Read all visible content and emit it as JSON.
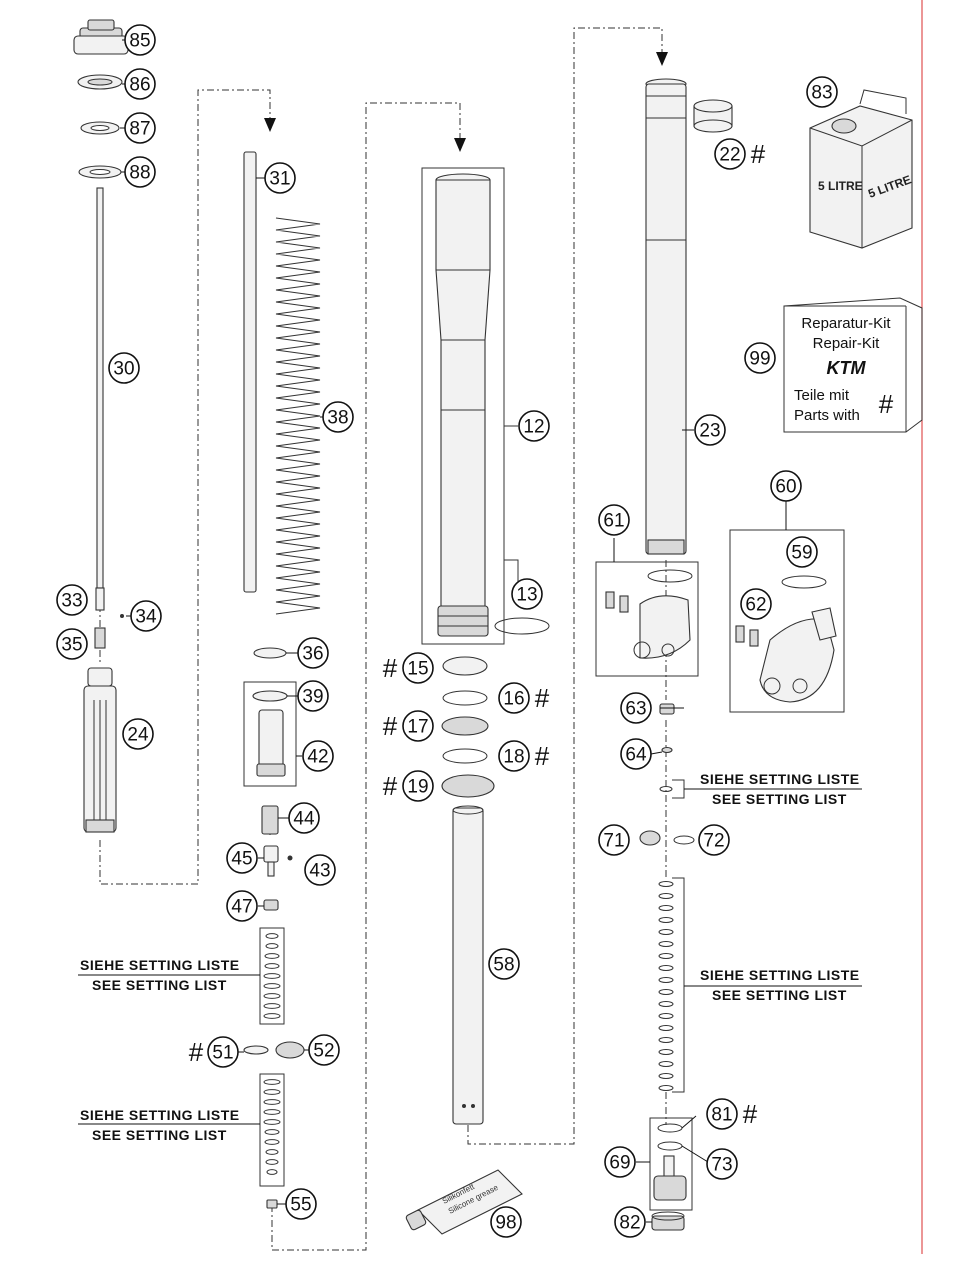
{
  "callouts": [
    "85",
    "86",
    "87",
    "88",
    "30",
    "33",
    "34",
    "35",
    "24",
    "31",
    "38",
    "36",
    "39",
    "42",
    "44",
    "45",
    "43",
    "47",
    "51",
    "52",
    "55",
    "12",
    "13",
    "15",
    "16",
    "17",
    "18",
    "19",
    "58",
    "98",
    "22",
    "23",
    "83",
    "99",
    "60",
    "61",
    "59",
    "62",
    "63",
    "64",
    "71",
    "72",
    "81",
    "73",
    "69",
    "82"
  ],
  "hash_symbol": "#",
  "setting_label": {
    "de": "SIEHE SETTING LISTE",
    "en": "SEE SETTING LIST"
  },
  "repair_kit": {
    "title_de": "Reparatur-Kit",
    "title_en": "Repair-Kit",
    "logo": "KTM",
    "parts_de": "Teile mit",
    "parts_en": "Parts with"
  },
  "oil_can_label": "5 LITRE",
  "grease_tube_label_de": "Silikonfett",
  "grease_tube_label_en": "Silicone grease",
  "colors": {
    "frame_line": "#e05050",
    "ink": "#111111"
  }
}
